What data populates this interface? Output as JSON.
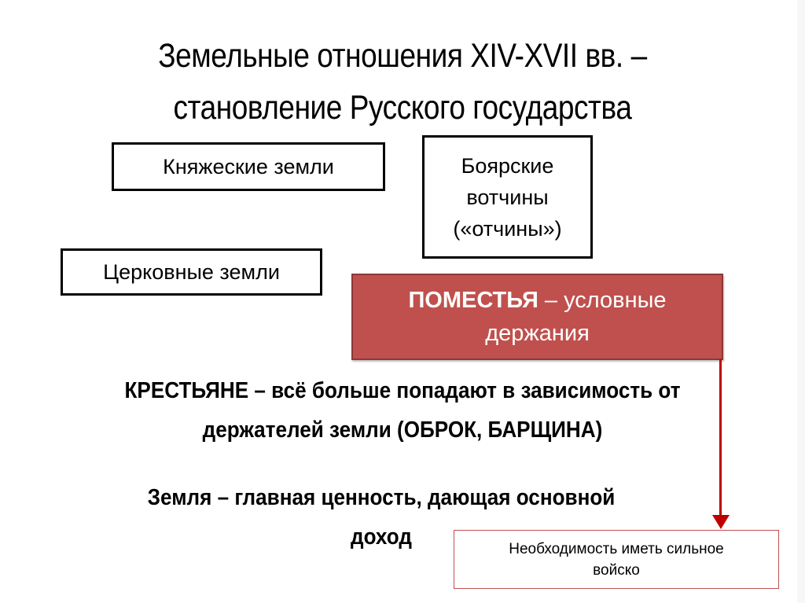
{
  "slide": {
    "title": {
      "line1": "Земельные отношения XIV-XVII вв. –",
      "line2": "становление Русского государства"
    },
    "land_types": {
      "princely": "Княжеские земли",
      "boyar": {
        "line1": "Боярские",
        "line2": "вотчины",
        "line3": "(«отчины»)"
      },
      "church": "Церковные земли",
      "pomestie": {
        "bold": "ПОМЕСТЬЯ",
        "dash": " – ",
        "rest_line1": "условные",
        "line2": "держания"
      }
    },
    "peasants": {
      "line1": "КРЕСТЬЯНЕ – всё больше попадают в зависимость от",
      "line2": "держателей земли (ОБРОК, БАРЩИНА)"
    },
    "land_value": {
      "line1": "Земля – главная ценность, дающая основной",
      "line2": "доход"
    },
    "army_need": {
      "line1": "Необходимость иметь сильное",
      "line2": "войско"
    }
  },
  "colors": {
    "pomestie_fill": "#C0504D",
    "pomestie_border": "#8C3836",
    "arrow": "#C00000",
    "army_box_border": "#C0504D",
    "text": "#000000",
    "background": "#FFFFFF"
  },
  "icons": {
    "arrow": "down-arrow-icon"
  }
}
